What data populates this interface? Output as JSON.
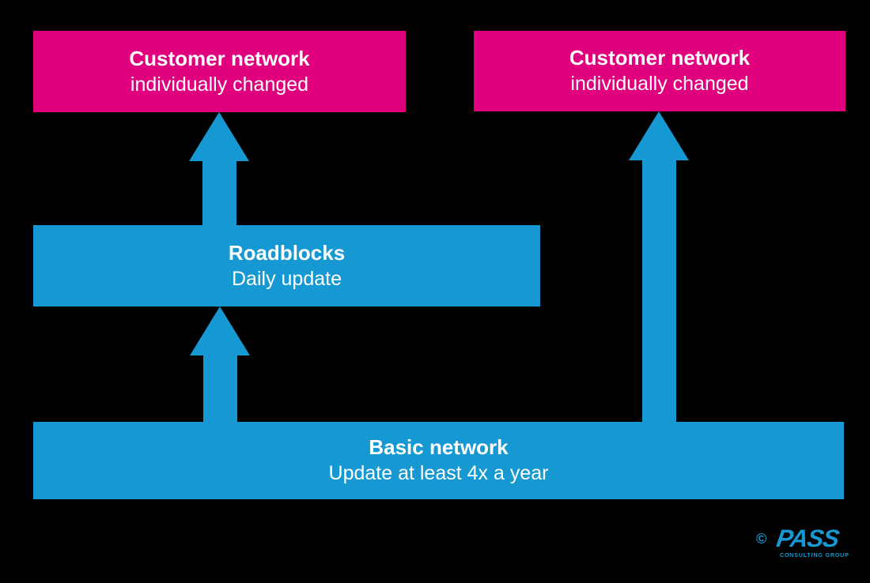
{
  "diagram": {
    "boxes": {
      "customer_left": {
        "title": "Customer network",
        "subtitle": "individually changed"
      },
      "customer_right": {
        "title": "Customer network",
        "subtitle": "individually changed"
      },
      "roadblocks": {
        "title": "Roadblocks",
        "subtitle": "Daily update"
      },
      "basic": {
        "title": "Basic network",
        "subtitle": "Update at least 4x a year"
      }
    },
    "arrows": [
      {
        "name": "roadblocks-to-customer-left",
        "direction": "up"
      },
      {
        "name": "basic-to-roadblocks",
        "direction": "up"
      },
      {
        "name": "basic-to-customer-right",
        "direction": "up"
      }
    ]
  },
  "logo": {
    "copyright_symbol": "©",
    "name": "PASS",
    "subtitle": "CONSULTING GROUP"
  },
  "colors": {
    "pink": "#E0007D",
    "blue": "#1699D2",
    "background": "#000000",
    "box_text": "#FFFFFF"
  }
}
